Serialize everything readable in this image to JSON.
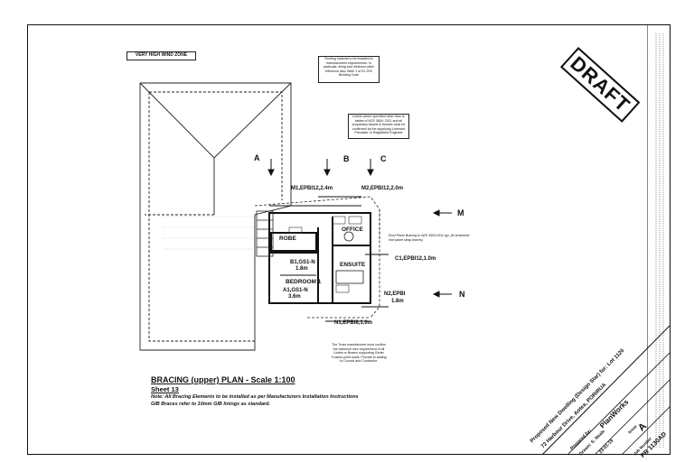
{
  "zone_label": "VERY HIGH WIND ZONE",
  "notes_top": {
    "roofing": "Roofing material to be installed to manufacturers requirements. In particular, fixing and minimum pitch reference also Table 1 of E2 2H2 Building Code",
    "lintels": "Lintels where specified other than to tables of NZS 3604: 2011 and all proprietary beams & trusses must be confirmed by the supplying Licensed Precaster or Registered Engineer"
  },
  "sections": [
    "A",
    "B",
    "C",
    "M",
    "N"
  ],
  "bracing_labels": {
    "m1": "M1,EPBI12,2.4m",
    "m2": "M2,EPBI12,2.0m",
    "c1": "C1,EPBI12,1.0m",
    "b1a": "B1,GS1-N",
    "b1b": "1.8m",
    "a1a": "A1,GS1-N",
    "a1b": "3.6m",
    "n2a": "N2,EPBI",
    "n2b": "1.8m",
    "n1": "N1,EPBI8,1.0m"
  },
  "rooms": {
    "robe": "ROBE",
    "office": "OFFICE",
    "ensuite": "ENSUITE",
    "bedroom": "BEDROOM 1"
  },
  "roof_bracing_note": "Roof Plane Bracing to NZS 3604:2011 typ. (ie tensioned roof plane strap braces)",
  "truss_note": "The Truss manufacturer must confirm the minimum size requirement of all Lintels or Beams supporting Girder Trusses point loads. Provide to adding to Council and Contractor.",
  "plan_title": "BRACING (upper) PLAN - Scale 1:100",
  "sheet": "Sheet 13",
  "note_line1": "Note: All Bracing Elements to be installed as per Manufacturers Installation Instructions",
  "note_line2": "GIB Braces refer to 10mm GIB linings as standard.",
  "draft": "DRAFT",
  "title_block": {
    "project": "Proposed New Dwelling (Design Star) for: Lot 1120",
    "address": "72 Harbour Drive, Aotea, PORIRUA",
    "company": "PlanWorks",
    "prepared_by": "Prepared by:",
    "drawn": "Drawn: S. Neale",
    "date": "23-01-19",
    "issue_label": "Issue",
    "issue": "A",
    "job_label": "Job Number",
    "job": "PR 1130AD"
  }
}
